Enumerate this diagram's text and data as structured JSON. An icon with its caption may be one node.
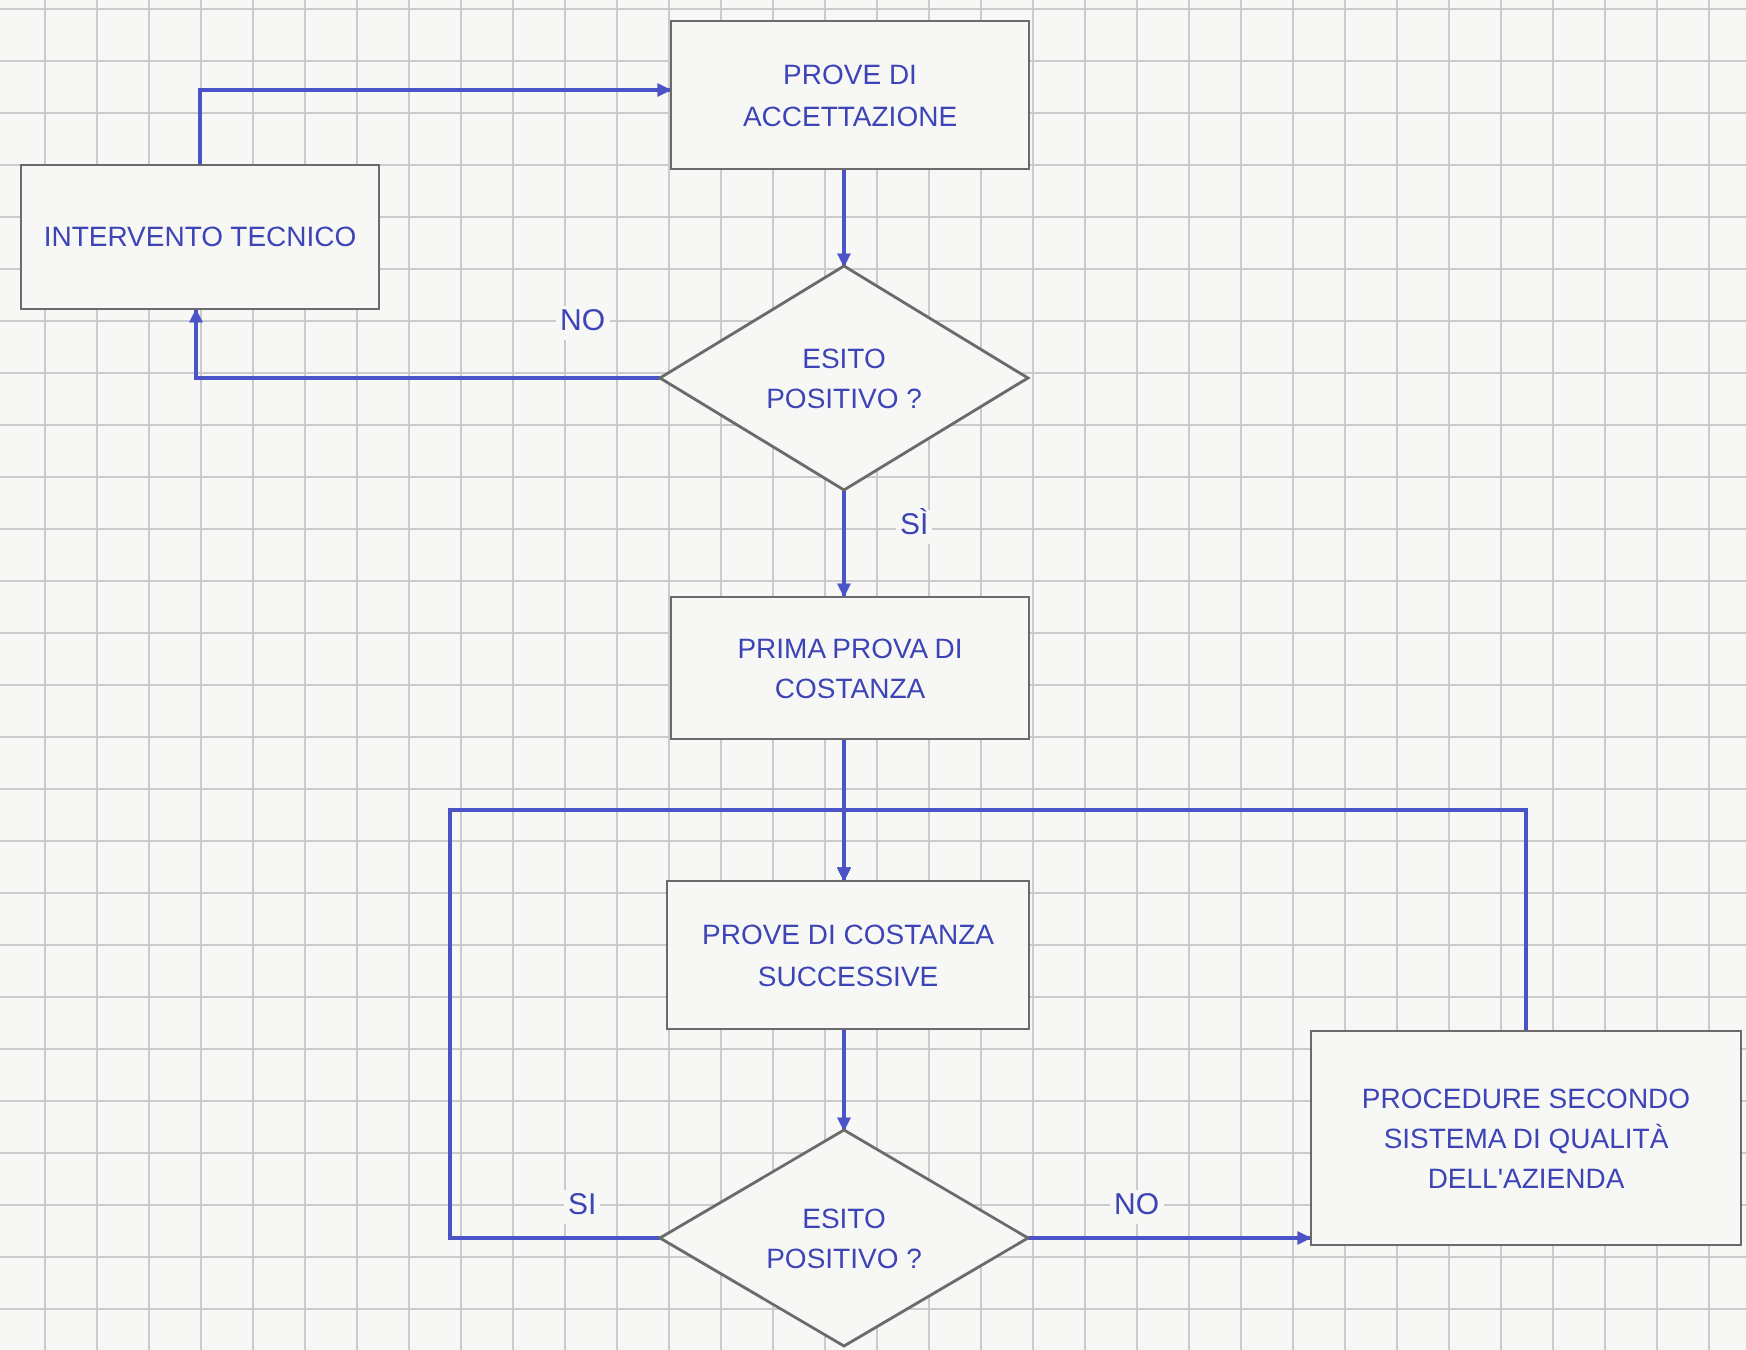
{
  "diagram": {
    "nodes": [
      {
        "text": [
          "PROVE DI ACCETTAZIONE"
        ]
      },
      {
        "text": [
          "INTERVENTO TECNICO"
        ]
      },
      {
        "text": [
          "ESITO POSITIVO ?"
        ]
      },
      {
        "text": [
          "PRIMA PROVA DI COSTANZA"
        ]
      },
      {
        "text": [
          "PROVE DI COSTANZA SUCCESSIVE"
        ]
      },
      {
        "text": [
          "PROCEDURE SECONDO SISTEMA DI QUALITÀ DELL'AZIENDA"
        ]
      },
      {
        "text": [
          "ESITO POSITIVO ?"
        ]
      }
    ],
    "edges": [
      {
        "from": 0,
        "to": 2,
        "arrow": "to"
      },
      {
        "from": 2,
        "to": 1,
        "arrow": "to",
        "label": "NO"
      },
      {
        "from": 1,
        "to": 0,
        "arrow": "to"
      },
      {
        "from": 2,
        "to": 3,
        "arrow": "to",
        "label": "SÌ"
      },
      {
        "from": 3,
        "to": 4,
        "arrow": "to"
      },
      {
        "from": 4,
        "to": 6,
        "arrow": "to"
      },
      {
        "from": 6,
        "to": 4,
        "arrow": "to",
        "label": "SI"
      },
      {
        "from": 6,
        "to": 5,
        "arrow": "to",
        "label": "NO"
      },
      {
        "from": 5,
        "to": 4,
        "arrow": "to"
      }
    ]
  }
}
